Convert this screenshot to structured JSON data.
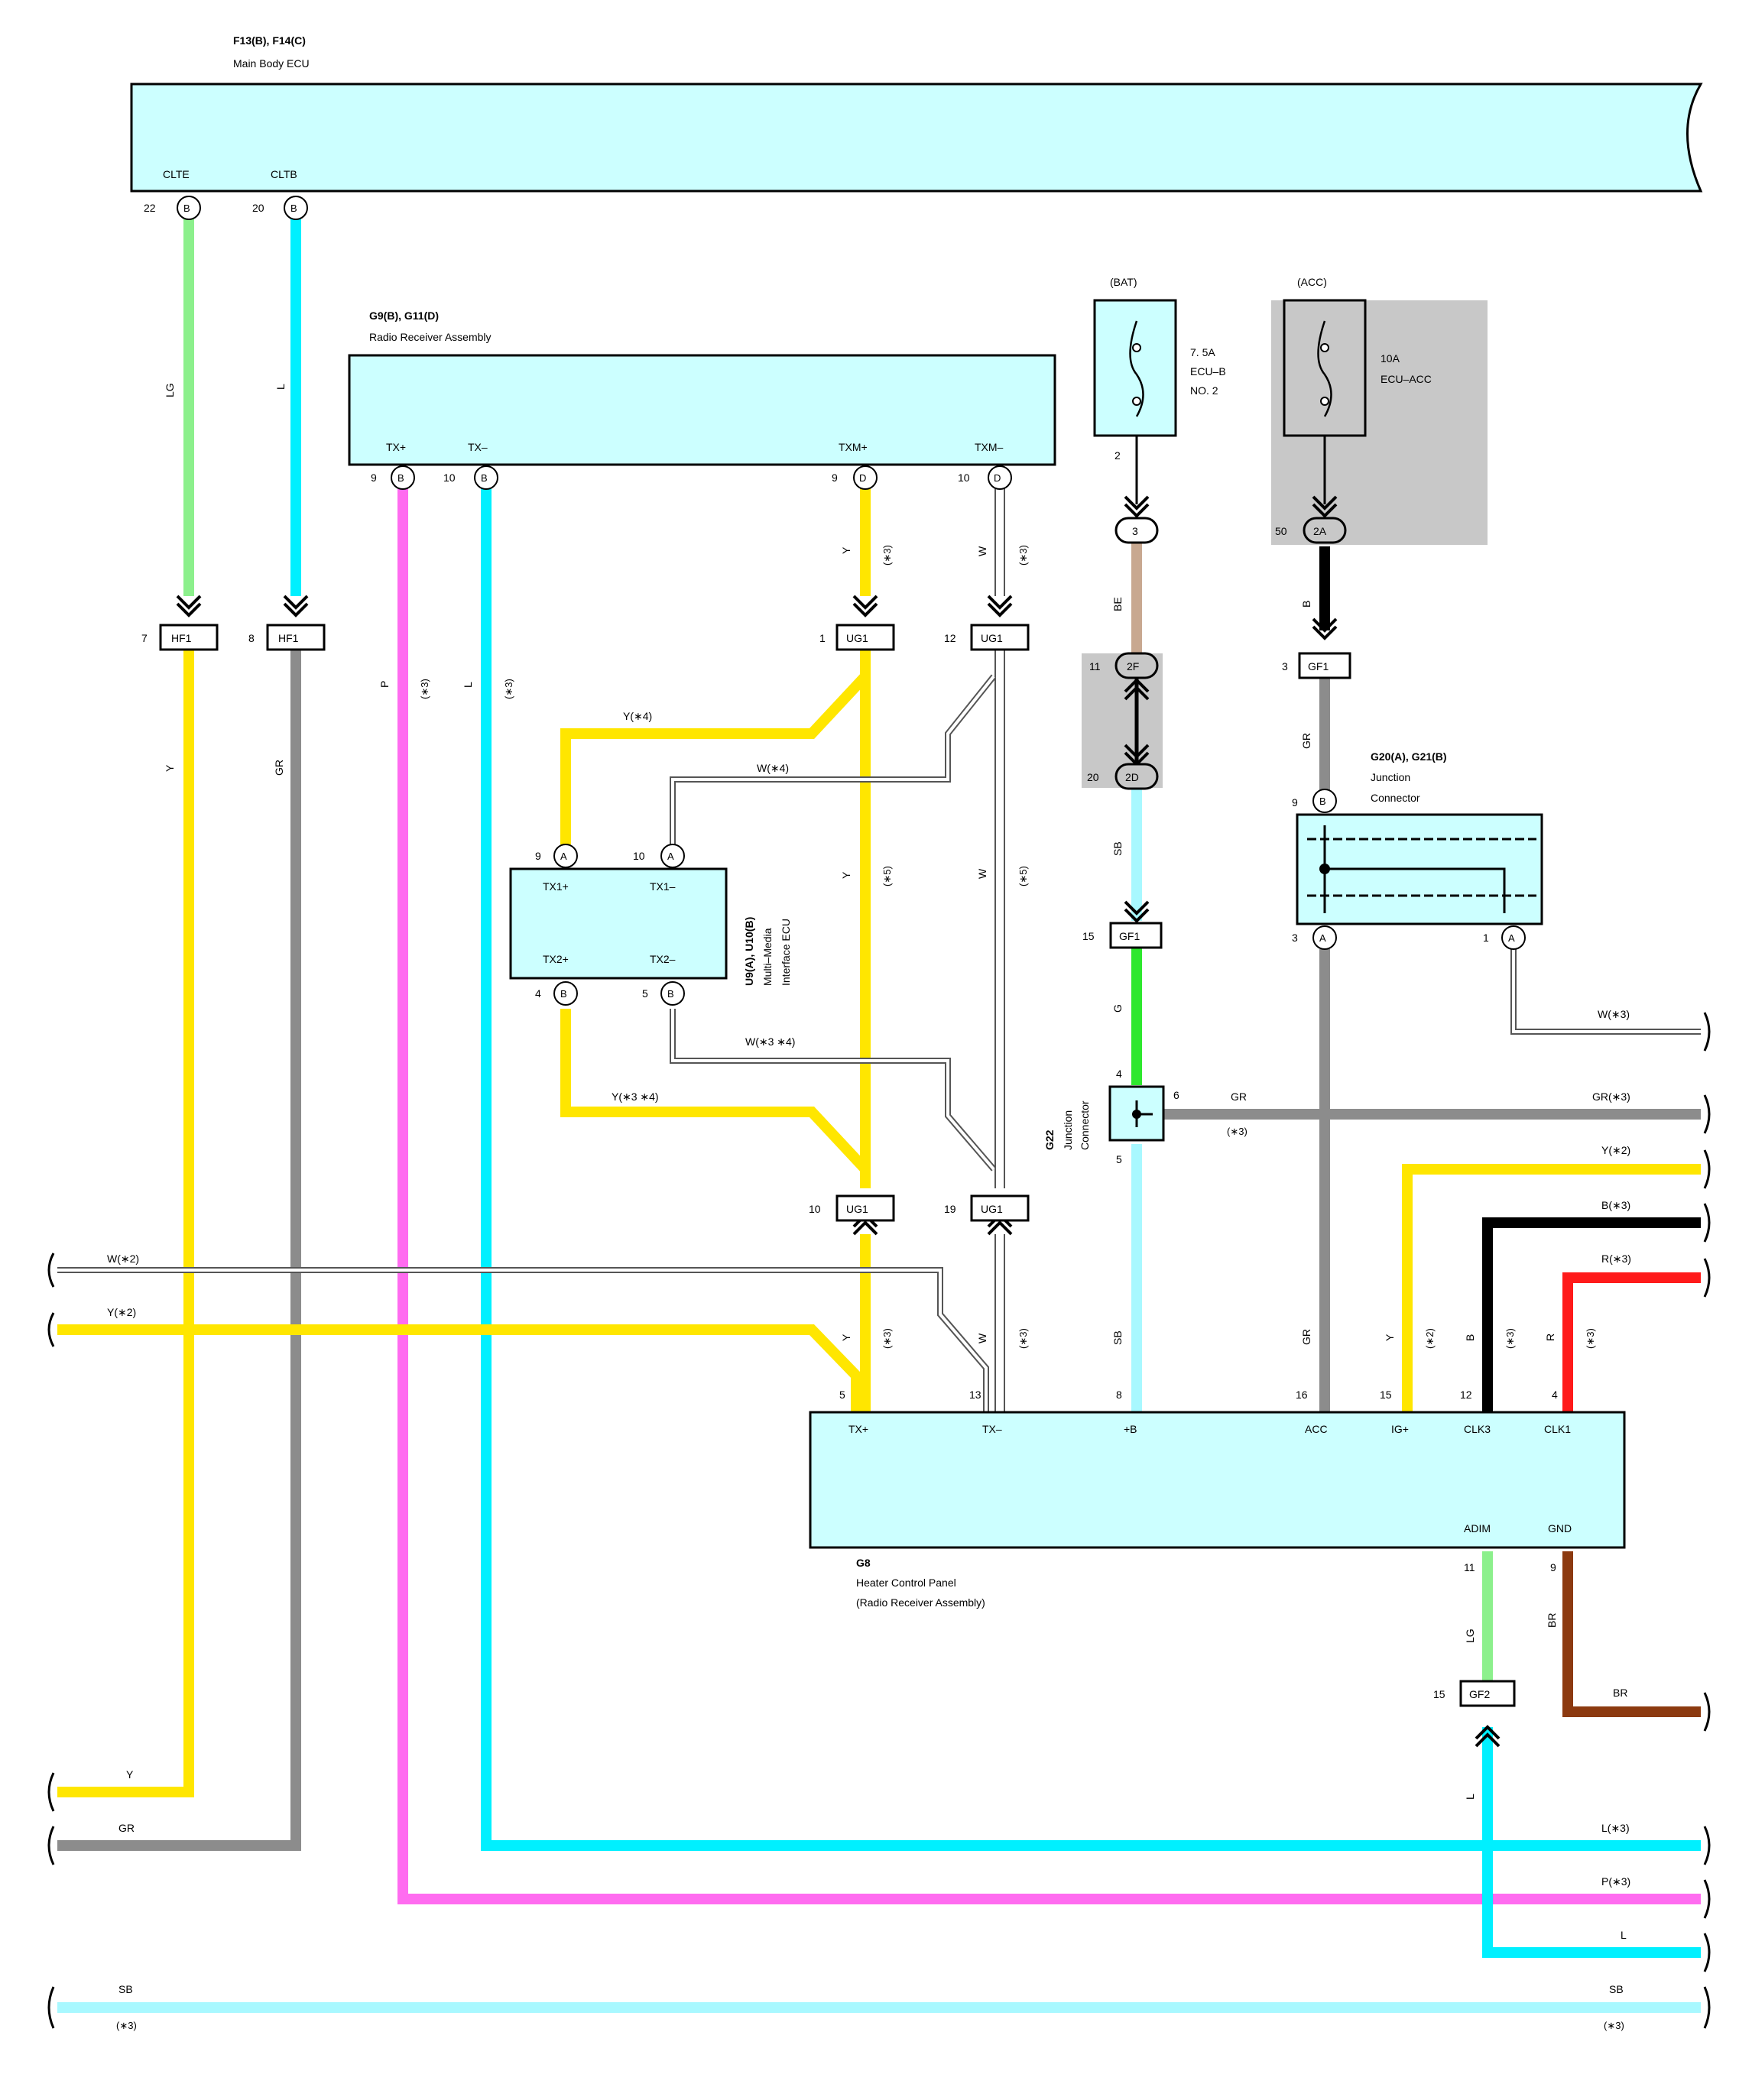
{
  "components": {
    "main_body_ecu": {
      "ref": "F13(B), F14(C)",
      "name": "Main Body ECU",
      "pins": [
        "CLTE",
        "CLTB"
      ],
      "pin_nums": [
        "22",
        "20"
      ]
    },
    "radio_receiver": {
      "ref": "G9(B), G11(D)",
      "name": "Radio Receiver Assembly",
      "pins": [
        "TX+",
        "TX–",
        "TXM+",
        "TXM–"
      ],
      "pin_nums": [
        "9",
        "10",
        "9",
        "10"
      ]
    },
    "mm_ecu": {
      "ref": "U9(A), U10(B)",
      "name1": "Multi–Media",
      "name2": "Interface ECU",
      "pins": [
        "TX1+",
        "TX1–",
        "TX2+",
        "TX2–"
      ],
      "pin_nums": [
        "9",
        "10",
        "4",
        "5"
      ]
    },
    "fuse_bat": {
      "source": "(BAT)",
      "rating": "7. 5A",
      "name1": "ECU–B",
      "name2": "NO. 2",
      "pin": "2"
    },
    "fuse_acc": {
      "source": "(ACC)",
      "rating": "10A",
      "name": "ECU–ACC"
    },
    "junction_g20": {
      "ref": "G20(A), G21(B)",
      "name1": "Junction",
      "name2": "Connector",
      "pins": [
        "9",
        "3",
        "1"
      ]
    },
    "junction_g22": {
      "ref": "G22",
      "name1": "Junction",
      "name2": "Connector",
      "pins": [
        "4",
        "6",
        "5"
      ]
    },
    "heater_panel": {
      "ref": "G8",
      "name1": "Heater Control Panel",
      "name2": "(Radio Receiver Assembly)",
      "pins": [
        "TX+",
        "TX–",
        "+B",
        "ACC",
        "IG+",
        "CLK3",
        "CLK1",
        "ADIM",
        "GND"
      ],
      "pin_nums": [
        "5",
        "13",
        "8",
        "16",
        "15",
        "12",
        "4",
        "11",
        "9"
      ]
    }
  },
  "connectors": {
    "hf1_a": {
      "num": "7",
      "id": "HF1"
    },
    "hf1_b": {
      "num": "8",
      "id": "HF1"
    },
    "ug1_a": {
      "num": "1",
      "id": "UG1"
    },
    "ug1_b": {
      "num": "12",
      "id": "UG1"
    },
    "ug1_c": {
      "num": "10",
      "id": "UG1"
    },
    "ug1_d": {
      "num": "19",
      "id": "UG1"
    },
    "gf1_a": {
      "num": "3",
      "id": "GF1"
    },
    "gf1_b": {
      "num": "15",
      "id": "GF1"
    },
    "gf2": {
      "num": "15",
      "id": "GF2"
    },
    "c3": {
      "id": "3"
    },
    "c2f": {
      "num": "11",
      "id": "2F"
    },
    "c2d": {
      "num": "20",
      "id": "2D"
    },
    "c2a": {
      "num": "50",
      "id": "2A"
    }
  },
  "wire_labels": {
    "lg": "LG",
    "l": "L",
    "y": "Y",
    "gr": "GR",
    "p": "P",
    "w": "W",
    "be": "BE",
    "sb": "SB",
    "g": "G",
    "b": "B",
    "r": "R",
    "br": "BR",
    "s3": "(∗3)",
    "s5": "(∗5)",
    "s2": "(∗2)",
    "y4": "Y(∗4)",
    "w4": "W(∗4)",
    "w34": "W(∗3 ∗4)",
    "y34": "Y(∗3 ∗4)",
    "w3": "W(∗3)",
    "gr3": "GR(∗3)",
    "y2": "Y(∗2)",
    "b3": "B(∗3)",
    "r3": "R(∗3)",
    "w2": "W(∗2)",
    "l3": "L(∗3)",
    "p3": "P(∗3)"
  },
  "pin_letters": {
    "b": "B",
    "d": "D",
    "a": "A"
  },
  "wire_colors": {
    "LG": "#8cf08c",
    "L": "#00f0ff",
    "Y": "#ffe600",
    "GR": "#8c8c8c",
    "P": "#ff6cf0",
    "W": "#ffffff",
    "BE": "#c8a890",
    "SB": "#a8f8ff",
    "G": "#2ee82e",
    "B": "#000000",
    "R": "#ff1a1a",
    "BR": "#8c3a10",
    "body": "#ccffff",
    "shade": "#c8c8c8"
  }
}
